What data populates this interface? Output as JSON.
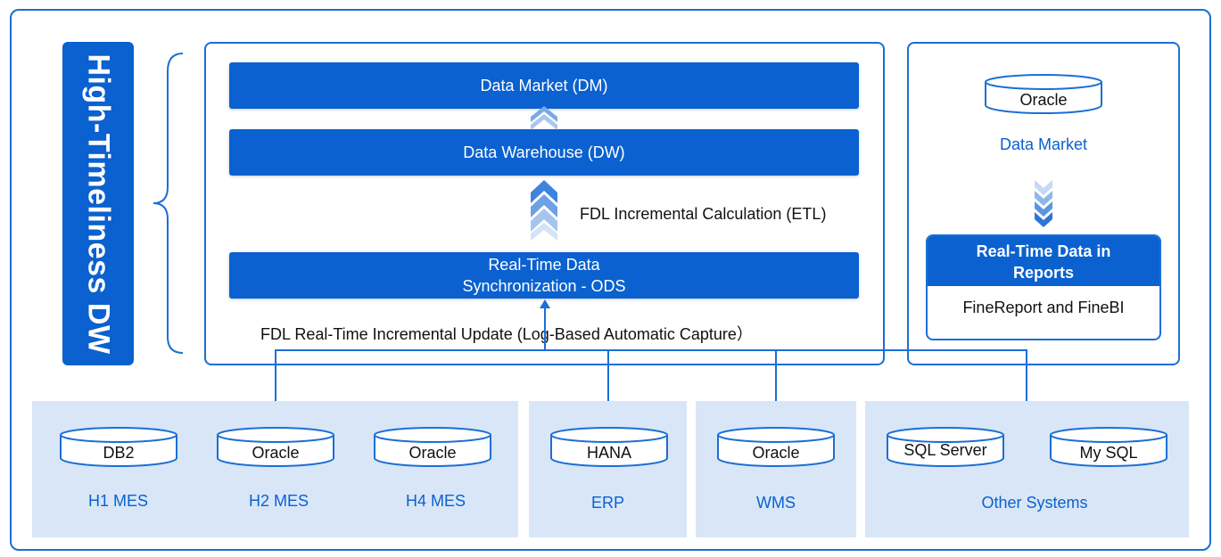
{
  "title": "High-Timeliness DW",
  "layers": {
    "dm": "Data Market (DM)",
    "dw": "Data Warehouse (DW)",
    "etl": "FDL Incremental Calculation (ETL)",
    "ods_line1": "Real-Time Data",
    "ods_line2": "Synchronization - ODS",
    "sync": "FDL Real-Time Incremental Update (Log-Based Automatic Capture）"
  },
  "right_panel": {
    "db": "Oracle",
    "label": "Data Market",
    "report_title_1": "Real-Time Data in",
    "report_title_2": "Reports",
    "report_tools": "FineReport and FineBI"
  },
  "sources": {
    "h1": {
      "db": "DB2",
      "name": "H1 MES"
    },
    "h2": {
      "db": "Oracle",
      "name": "H2 MES"
    },
    "h4": {
      "db": "Oracle",
      "name": "H4 MES"
    },
    "erp": {
      "db": "HANA",
      "name": "ERP"
    },
    "wms": {
      "db": "Oracle",
      "name": "WMS"
    },
    "other": {
      "db1": "SQL Server",
      "db2": "My SQL",
      "name": "Other Systems"
    }
  },
  "colors": {
    "primary": "#0a61cf",
    "group_bg": "#d9e6f7",
    "line": "#1b6fd6"
  }
}
